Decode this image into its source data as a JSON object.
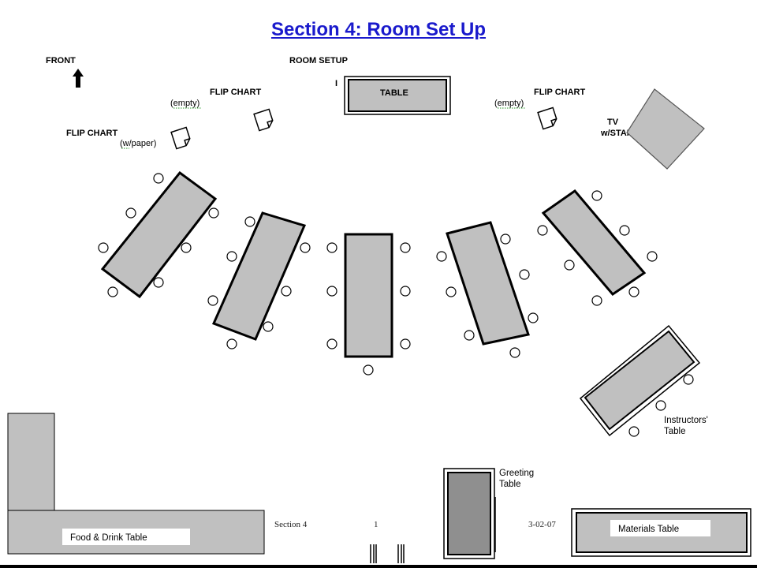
{
  "title": "Section 4:  Room Set Up",
  "labels": {
    "front": "FRONT",
    "room_setup": "ROOM SETUP",
    "table": "TABLE",
    "flip_chart_left": "FLIP CHART",
    "flip_chart_left_note": "(empty)",
    "flip_chart_center": "FLIP CHART",
    "flip_chart_center_note": "(empty)",
    "flip_chart_paper": "FLIP CHART",
    "flip_chart_paper_note": "(w/paper)",
    "tv_line1": "TV",
    "tv_line2": "w/STAND",
    "instructors_line1": "Instructors'",
    "instructors_line2": "Table",
    "greeting_line1": "Greeting",
    "greeting_line2": "Table",
    "food_table": "Food & Drink Table",
    "materials_table": "Materials Table",
    "marker": "I"
  },
  "footer": {
    "section": "Section 4",
    "page": "1",
    "date": "3-02-07"
  },
  "colors": {
    "title": "#1a1acc",
    "table_fill": "#c0c0c0",
    "greeting_fill": "#8f8f8f",
    "outline": "#000000",
    "chair_fill": "#ffffff",
    "spell_check": "#2a9a2a"
  }
}
